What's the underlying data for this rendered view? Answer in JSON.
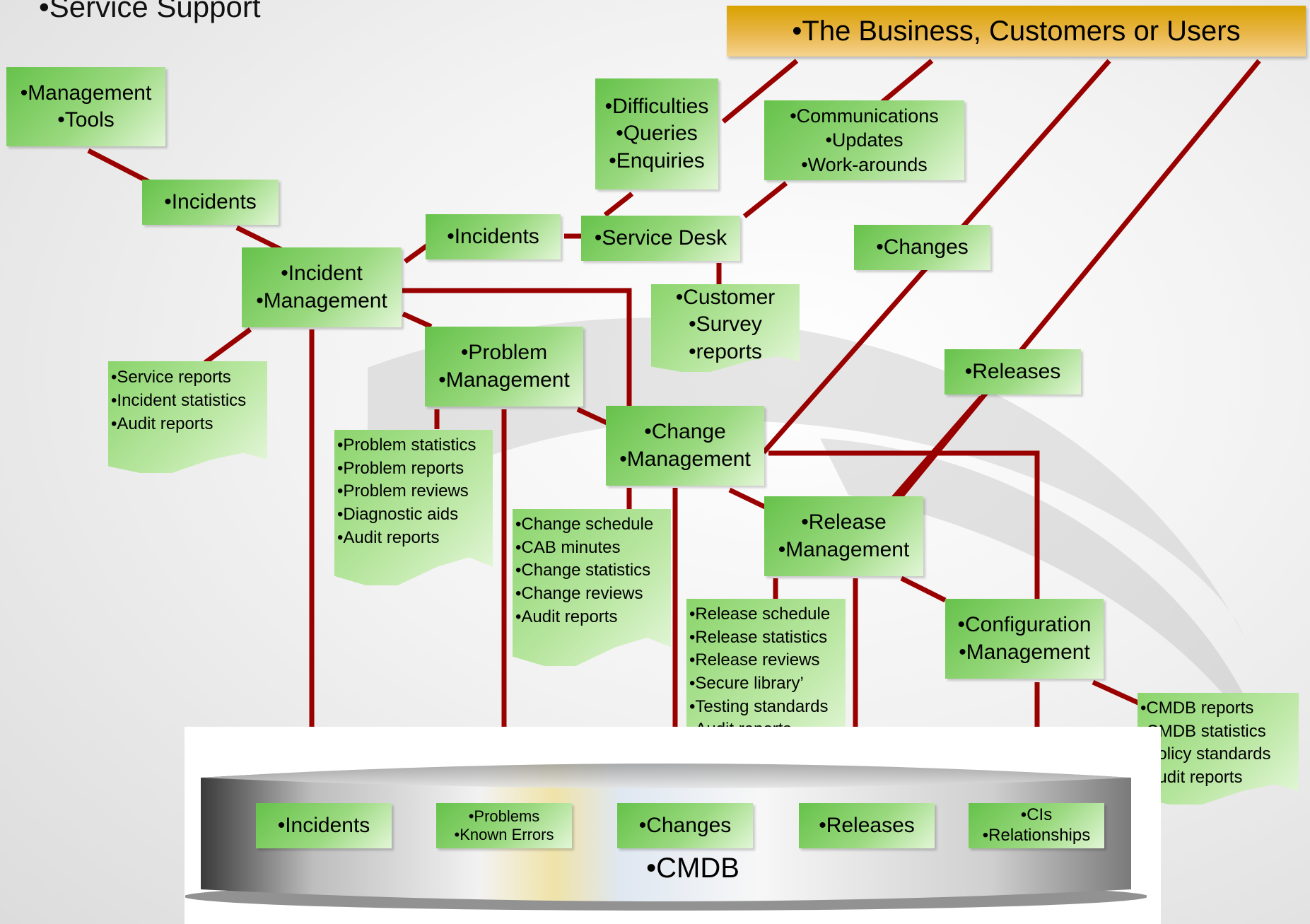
{
  "title": "•Service Support",
  "banner": "•The Business, Customers or Users",
  "colors": {
    "connector": "#990000",
    "box_green": "#66c24a",
    "banner_gold": "#d9a200"
  },
  "boxes": {
    "mgmt_tools": [
      "•Management",
      "•Tools"
    ],
    "incidents_top": [
      "•Incidents"
    ],
    "incident_mgmt": [
      "•Incident",
      "•Management"
    ],
    "incidents_mid": [
      "•Incidents"
    ],
    "difficulties": [
      "•Difficulties",
      "•Queries",
      "•Enquiries"
    ],
    "service_desk": [
      "•Service Desk"
    ],
    "communications": [
      "•Communications",
      "•Updates",
      "•Work-arounds"
    ],
    "changes_top": [
      "•Changes"
    ],
    "problem_mgmt": [
      "•Problem",
      "•Management"
    ],
    "change_mgmt": [
      "•Change",
      "•Management"
    ],
    "releases_top": [
      "•Releases"
    ],
    "release_mgmt": [
      "•Release",
      "•Management"
    ],
    "config_mgmt": [
      "•Configuration",
      "•Management"
    ]
  },
  "docs": {
    "customer_survey": [
      "•Customer",
      "•Survey",
      "•reports"
    ],
    "incident_reports": [
      "•Service reports",
      "•Incident statistics",
      "•Audit reports"
    ],
    "problem_reports": [
      "•Problem statistics",
      "•Problem reports",
      "•Problem reviews",
      "•Diagnostic aids",
      "•Audit reports"
    ],
    "change_reports": [
      "•Change schedule",
      "•CAB minutes",
      "•Change statistics",
      "•Change reviews",
      "•Audit reports"
    ],
    "release_reports": [
      "•Release schedule",
      "•Release statistics",
      "•Release reviews",
      "•Secure library’",
      "•Testing standards",
      "•Audit reports"
    ],
    "cmdb_reports": [
      "•CMDB reports",
      "•CMDB statistics",
      "•Policy standards",
      "•Audit reports"
    ]
  },
  "cmdb": {
    "label": "•CMDB",
    "items": {
      "incidents": [
        "•Incidents"
      ],
      "problems": [
        "•Problems",
        "•Known Errors"
      ],
      "changes": [
        "•Changes"
      ],
      "releases": [
        "•Releases"
      ],
      "cis": [
        "•CIs",
        "•Relationships"
      ]
    }
  }
}
